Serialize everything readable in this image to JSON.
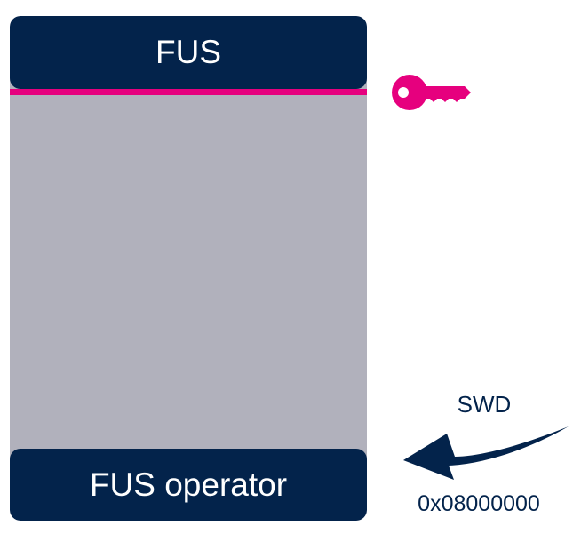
{
  "memory_block": {
    "top_label": "FUS",
    "bottom_label": "FUS operator"
  },
  "annotations": {
    "interface_label": "SWD",
    "address_label": "0x08000000"
  },
  "icons": {
    "key": "key-icon",
    "arrow": "curved-arrow-icon"
  },
  "colors": {
    "dark_blue": "#03234b",
    "gray": "#b1b1bc",
    "magenta": "#e6007e"
  }
}
